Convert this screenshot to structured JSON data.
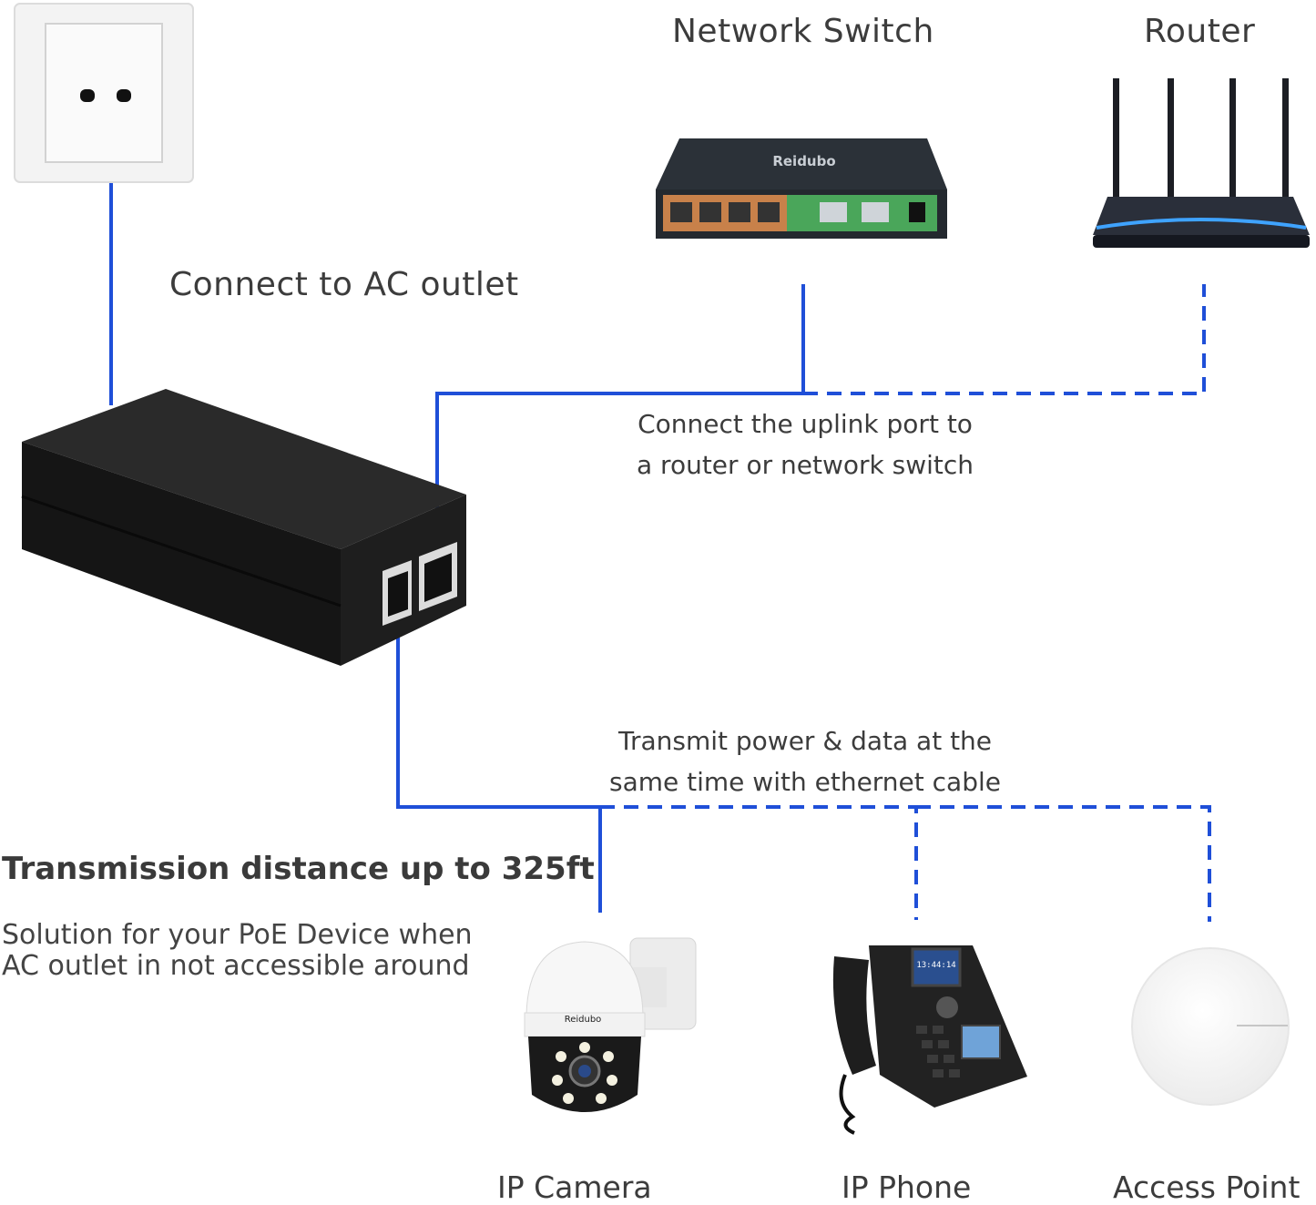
{
  "labels": {
    "network_switch": "Network Switch",
    "router": "Router",
    "ac_outlet": "Connect to AC outlet",
    "uplink_line1": "Connect the uplink port to",
    "uplink_line2": "a router or network switch",
    "transmit_line1": "Transmit power & data at the",
    "transmit_line2": "same time with ethernet cable",
    "distance_headline": "Transmission distance up to 325ft",
    "solution_line1": "Solution for your PoE Device when",
    "solution_line2": "AC outlet in not accessible around",
    "ip_camera": "IP Camera",
    "ip_phone": "IP Phone",
    "access_point": "Access Point"
  },
  "brand": "Reidubo",
  "phone_screen_time": "13:44:14",
  "colors": {
    "wire": "#1f4fd8",
    "text": "#3c3c3c",
    "injector": "#1b1b1b"
  },
  "icons": [
    "wall-outlet-icon",
    "poe-injector-icon",
    "network-switch-icon",
    "router-icon",
    "ip-camera-icon",
    "ip-phone-icon",
    "access-point-icon"
  ]
}
